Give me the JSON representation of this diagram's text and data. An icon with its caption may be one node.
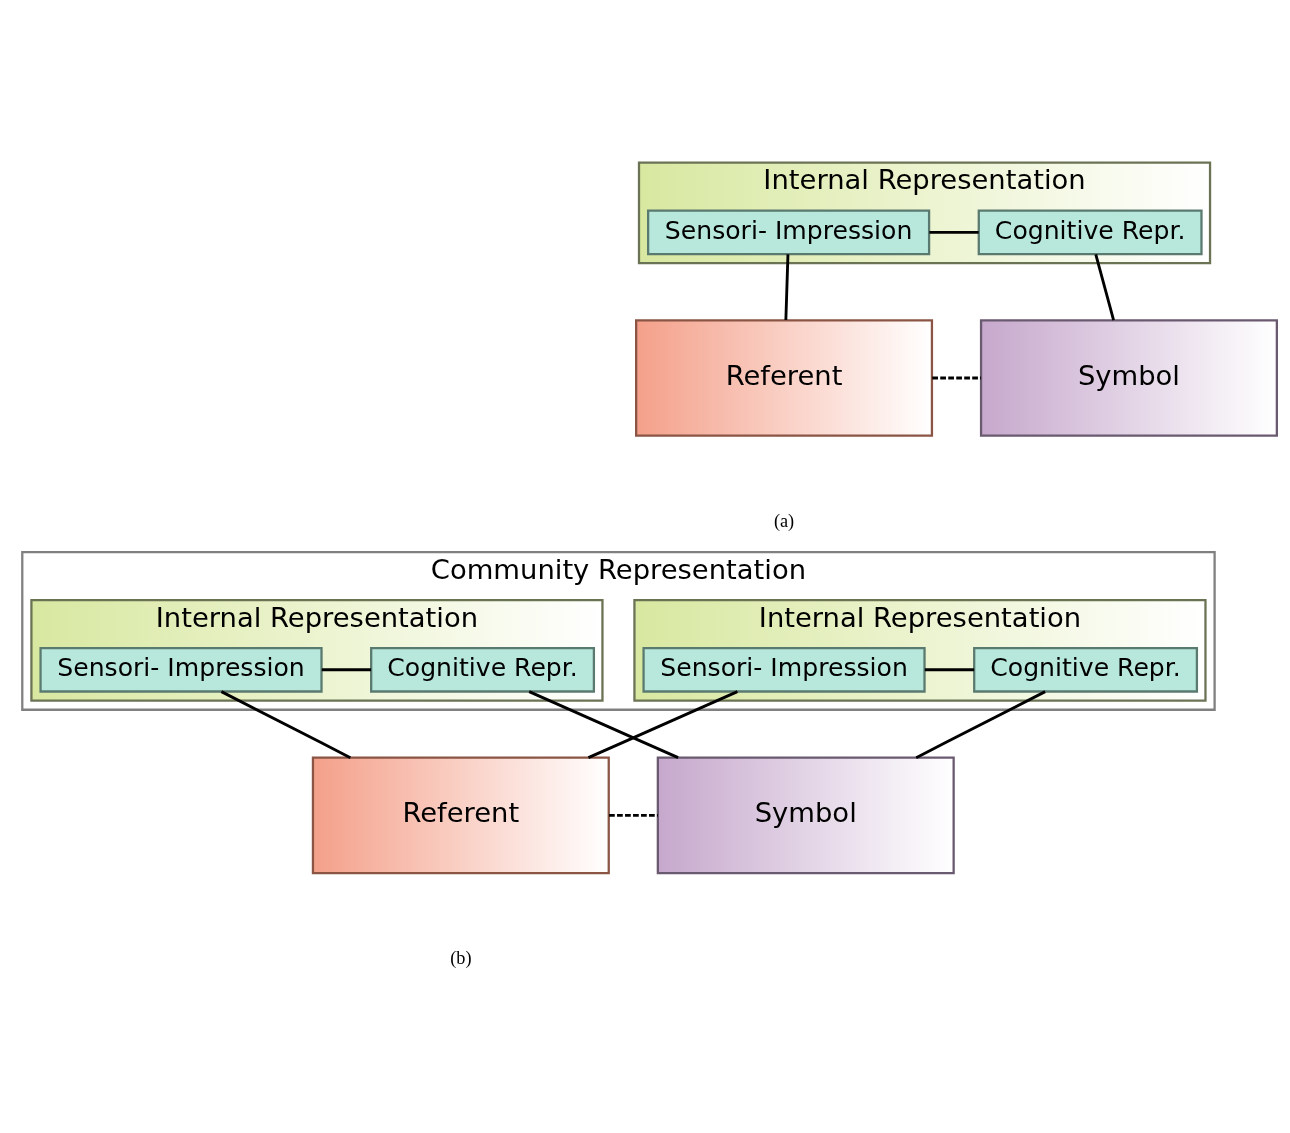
{
  "diagram": {
    "nodes": [
      {
        "text": [
          "Internal Representation"
        ]
      },
      {
        "text": [
          "Sensori- Impression"
        ],
        "in": 0
      },
      {
        "text": [
          "Cognitive Repr."
        ],
        "in": 0
      },
      {
        "text": [
          "Referent"
        ]
      },
      {
        "text": [
          "Symbol"
        ]
      },
      {
        "text": [
          "Community Representation"
        ]
      },
      {
        "text": [
          "Internal Representation"
        ],
        "in": 5
      },
      {
        "text": [
          "Sensori- Impression"
        ],
        "in": 6
      },
      {
        "text": [
          "Cognitive Repr."
        ],
        "in": 6
      },
      {
        "text": [
          "Internal Representation"
        ],
        "in": 5
      },
      {
        "text": [
          "Sensori- Impression"
        ],
        "in": 9
      },
      {
        "text": [
          "Cognitive Repr."
        ],
        "in": 9
      },
      {
        "text": [
          "Referent"
        ]
      },
      {
        "text": [
          "Symbol"
        ]
      }
    ],
    "edges": [
      {
        "from": 1,
        "to": 2,
        "arrow": "none"
      },
      {
        "from": 1,
        "to": 3,
        "arrow": "none"
      },
      {
        "from": 2,
        "to": 4,
        "arrow": "none"
      },
      {
        "from": 3,
        "to": 4,
        "arrow": "none",
        "style": "dashed"
      },
      {
        "from": 7,
        "to": 8,
        "arrow": "none"
      },
      {
        "from": 10,
        "to": 11,
        "arrow": "none"
      },
      {
        "from": 7,
        "to": 12,
        "arrow": "none"
      },
      {
        "from": 8,
        "to": 13,
        "arrow": "none"
      },
      {
        "from": 10,
        "to": 12,
        "arrow": "none"
      },
      {
        "from": 11,
        "to": 13,
        "arrow": "none"
      },
      {
        "from": 12,
        "to": 13,
        "arrow": "none",
        "style": "dashed"
      }
    ],
    "labels": [
      "(a)",
      "(b)"
    ]
  }
}
